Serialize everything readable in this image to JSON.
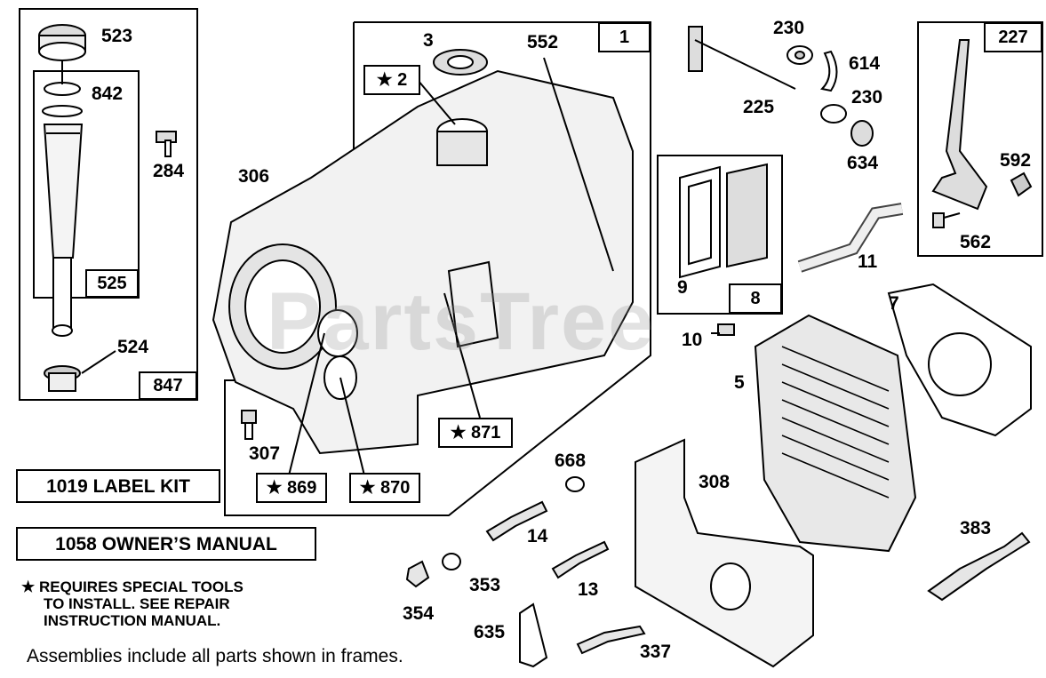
{
  "watermark": "PartsTree",
  "parts": {
    "p523": "523",
    "p842": "842",
    "p284": "284",
    "p525": "525",
    "p524": "524",
    "p847": "847",
    "p3": "3",
    "p552": "552",
    "p1": "1",
    "p2": "★ 2",
    "p306": "306",
    "p307": "307",
    "p869": "★ 869",
    "p870": "★ 870",
    "p871": "★ 871",
    "p230a": "230",
    "p614": "614",
    "p230b": "230",
    "p225": "225",
    "p634": "634",
    "p227": "227",
    "p592": "592",
    "p562": "562",
    "p9": "9",
    "p8": "8",
    "p11": "11",
    "p7": "7",
    "p10": "10",
    "p5": "5",
    "p668": "668",
    "p308": "308",
    "p14": "14",
    "p353": "353",
    "p13": "13",
    "p354": "354",
    "p635": "635",
    "p337": "337",
    "p383": "383"
  },
  "kits": {
    "label_kit": "1019 LABEL KIT",
    "owners_manual": "1058 OWNER’S MANUAL"
  },
  "notes": {
    "line1": "★ REQUIRES SPECIAL TOOLS",
    "line2": "TO INSTALL.  SEE REPAIR",
    "line3": "INSTRUCTION MANUAL."
  },
  "footer": "Assemblies include all parts shown in frames."
}
